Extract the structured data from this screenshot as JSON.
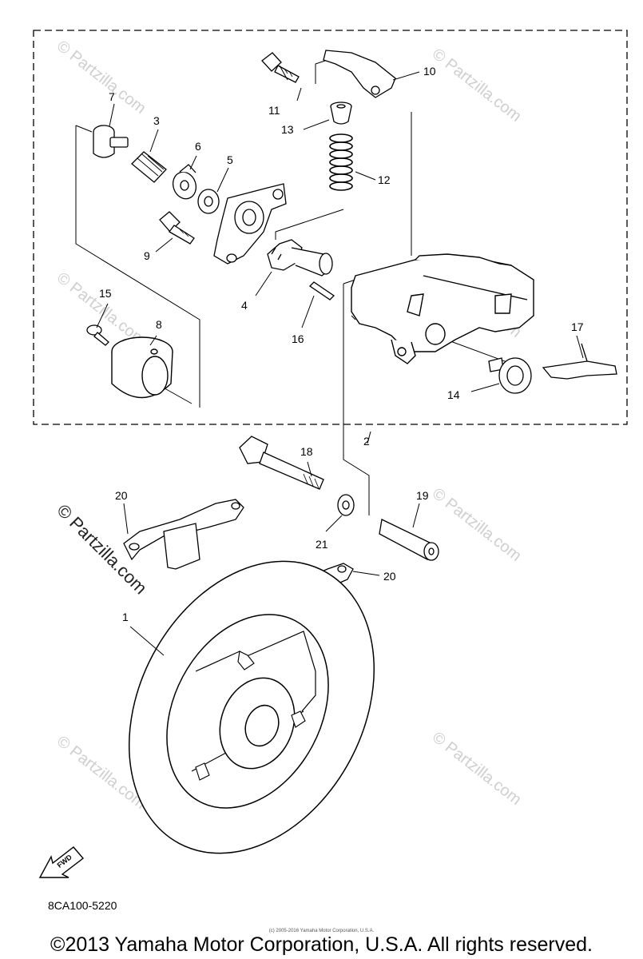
{
  "callouts": [
    {
      "id": "1",
      "text": "1"
    },
    {
      "id": "2",
      "text": "2"
    },
    {
      "id": "3",
      "text": "3"
    },
    {
      "id": "4",
      "text": "4"
    },
    {
      "id": "5",
      "text": "5"
    },
    {
      "id": "6",
      "text": "6"
    },
    {
      "id": "7",
      "text": "7"
    },
    {
      "id": "8",
      "text": "8"
    },
    {
      "id": "9",
      "text": "9"
    },
    {
      "id": "10",
      "text": "10"
    },
    {
      "id": "11",
      "text": "11"
    },
    {
      "id": "12",
      "text": "12"
    },
    {
      "id": "13",
      "text": "13"
    },
    {
      "id": "14",
      "text": "14"
    },
    {
      "id": "15",
      "text": "15"
    },
    {
      "id": "16",
      "text": "16"
    },
    {
      "id": "17",
      "text": "17"
    },
    {
      "id": "18",
      "text": "18"
    },
    {
      "id": "19",
      "text": "19"
    },
    {
      "id": "20a",
      "text": "20"
    },
    {
      "id": "20b",
      "text": "20"
    },
    {
      "id": "21",
      "text": "21"
    }
  ],
  "fwd_label": "FWD",
  "part_code": "8CA100-5220",
  "small_copyright": "(c) 2005-2016 Yamaha Motor Corporation, U.S.A.",
  "copyright": "©2013 Yamaha Motor Corporation, U.S.A. All rights reserved.",
  "watermark": "© Partzilla.com",
  "watermark_faint": "© Partzilla.com"
}
